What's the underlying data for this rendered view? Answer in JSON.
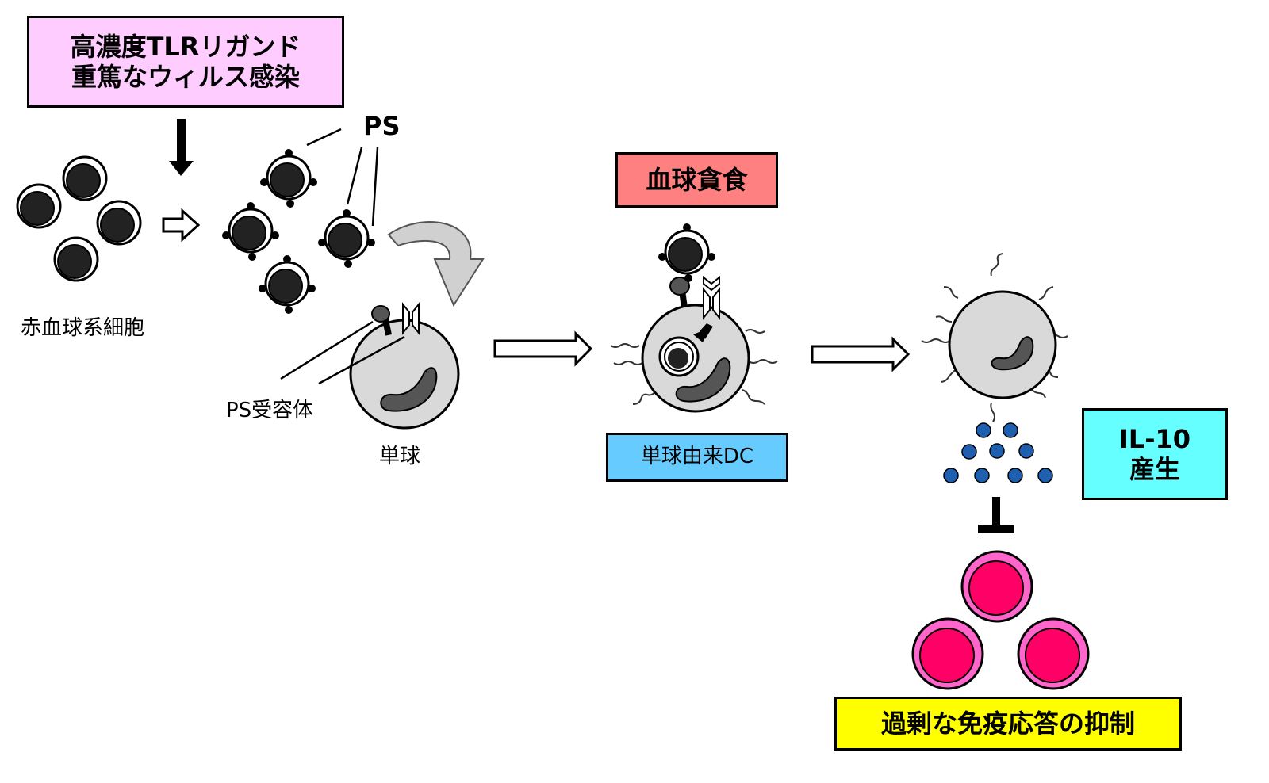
{
  "boxes": {
    "trigger": {
      "line1": "高濃度TLRリガンド",
      "line2": "重篤なウィルス感染",
      "color": "#ffccff"
    },
    "phago": {
      "text": "血球貪食",
      "color": "#ff8080"
    },
    "dc": {
      "text": "単球由来DC",
      "color": "#66ccff"
    },
    "il10": {
      "line1": "IL-10",
      "line2": "産生",
      "color": "#66ffff"
    },
    "suppress": {
      "text": "過剰な免疫応答の抑制",
      "color": "#ffff00"
    }
  },
  "labels": {
    "ps": "PS",
    "erythroid": "赤血球系細胞",
    "ps_receptor": "PS受容体",
    "monocyte": "単球"
  },
  "colors": {
    "erythroid_cell": "#222222",
    "monocyte_cell": "#d9d9d9",
    "nucleus": "#555555",
    "il10_dot": "#1f5fb0",
    "t_cell_outer": "#ff66cc",
    "t_cell_inner": "#ff0066"
  }
}
